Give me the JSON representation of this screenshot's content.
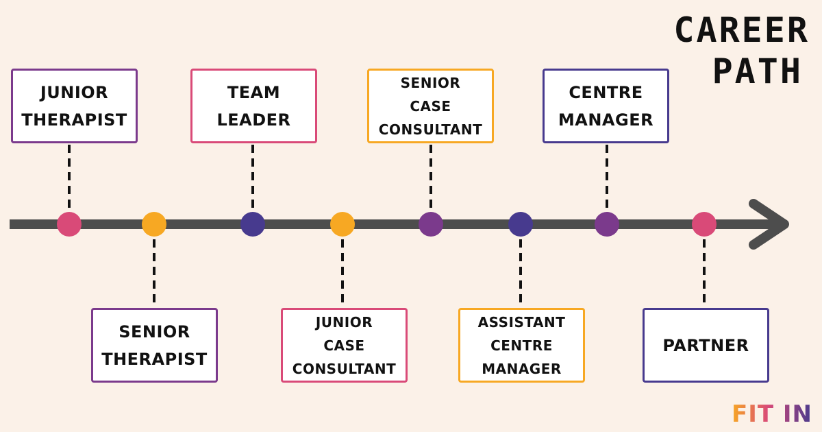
{
  "title": {
    "line1": "CAREER",
    "line2": "PATH"
  },
  "logo": {
    "text": "FIT IN"
  },
  "colors": {
    "purple": "#7b3a8c",
    "pink": "#d94a78",
    "orange": "#f7a823",
    "indigo": "#473a8e",
    "line": "#4d4d4d",
    "background": "#fbf1e8"
  },
  "stages": [
    {
      "label": "Junior\nTherapist",
      "color": "purple",
      "dot": "pink",
      "side": "top"
    },
    {
      "label": "Senior\nTherapist",
      "color": "purple",
      "dot": "orange",
      "side": "bottom"
    },
    {
      "label": "Team\nLeader",
      "color": "pink",
      "dot": "indigo",
      "side": "top"
    },
    {
      "label": "Junior\nCase\nConsultant",
      "color": "pink",
      "dot": "orange",
      "side": "bottom"
    },
    {
      "label": "Senior\nCase\nConsultant",
      "color": "orange",
      "dot": "purple",
      "side": "top"
    },
    {
      "label": "Assistant\nCentre\nManager",
      "color": "orange",
      "dot": "indigo",
      "side": "bottom"
    },
    {
      "label": "Centre\nManager",
      "color": "indigo",
      "dot": "purple",
      "side": "top"
    },
    {
      "label": "Partner",
      "color": "indigo",
      "dot": "pink",
      "side": "bottom"
    }
  ]
}
